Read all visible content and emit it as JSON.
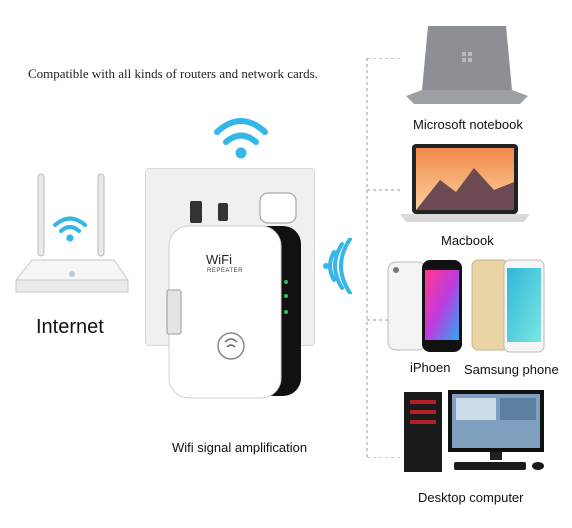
{
  "headline": "Compatible with all kinds of routers and network cards.",
  "router": {
    "label": "Internet"
  },
  "extender": {
    "brand": "WiFi",
    "sub": "REPEATER",
    "caption": "Wifi signal amplification"
  },
  "devices": [
    {
      "label": "Microsoft notebook"
    },
    {
      "label": "Macbook"
    },
    {
      "label": "iPhoen"
    },
    {
      "label": "Samsung phone"
    },
    {
      "label": "Desktop computer"
    }
  ],
  "colors": {
    "wifi": "#35b6e9",
    "panel": "#f0f0f0",
    "device_white": "#ffffff",
    "device_black": "#111111"
  }
}
